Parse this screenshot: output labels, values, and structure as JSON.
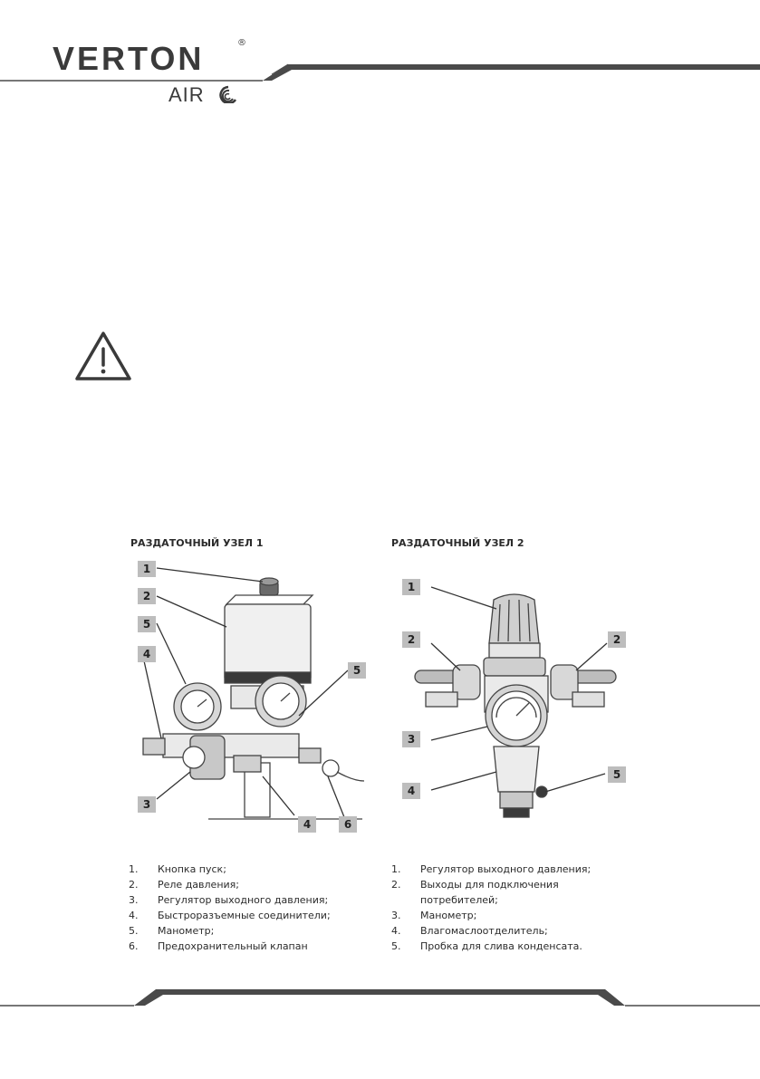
{
  "header": {
    "brand": "VERTON",
    "registered": "®",
    "sub_brand": "AIR",
    "logo_icon": "air-wave-icon"
  },
  "warning": {
    "icon": "warning-triangle-icon"
  },
  "panel1": {
    "title": "РАЗДАТОЧНЫЙ УЗЕЛ 1",
    "callouts": [
      "1",
      "2",
      "5",
      "4",
      "5",
      "3",
      "4",
      "6"
    ],
    "legend": [
      {
        "num": "1.",
        "text": "Кнопка пуск;"
      },
      {
        "num": "2.",
        "text": "Реле давления;"
      },
      {
        "num": "3.",
        "text": "Регулятор выходного давления;"
      },
      {
        "num": "4.",
        "text": "Быстроразъемные соединители;"
      },
      {
        "num": "5.",
        "text": "Манометр;"
      },
      {
        "num": "6.",
        "text": "Предохранительный клапан"
      }
    ]
  },
  "panel2": {
    "title": "РАЗДАТОЧНЫЙ УЗЕЛ 2",
    "callouts": [
      "1",
      "2",
      "2",
      "3",
      "4",
      "5"
    ],
    "legend": [
      {
        "num": "1.",
        "text": "Регулятор выходного давления;"
      },
      {
        "num": "2.",
        "text": "Выходы для подключения потребителей;"
      },
      {
        "num": "3.",
        "text": "Манометр;"
      },
      {
        "num": "4.",
        "text": "Влагомаслоотделитель;"
      },
      {
        "num": "5.",
        "text": "Пробка для слива конденсата."
      }
    ]
  },
  "colors": {
    "ink": "#3a3a3a",
    "callout_bg": "#bdbdbd",
    "frame": "#4a4a4a"
  }
}
